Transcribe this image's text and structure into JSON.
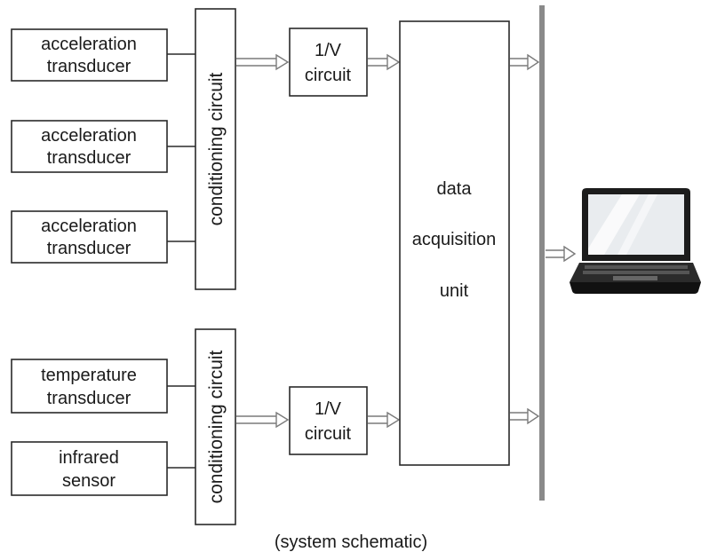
{
  "sensors": [
    {
      "line1": "acceleration",
      "line2": "transducer"
    },
    {
      "line1": "acceleration",
      "line2": "transducer"
    },
    {
      "line1": "acceleration",
      "line2": "transducer"
    },
    {
      "line1": "temperature",
      "line2": "transducer"
    },
    {
      "line1": "infrared",
      "line2": "sensor"
    }
  ],
  "conditioning": [
    {
      "label": "conditioning circuit"
    },
    {
      "label": "conditioning circuit"
    }
  ],
  "iv_circuits": [
    {
      "line1": "1/V",
      "line2": "circuit"
    },
    {
      "line1": "1/V",
      "line2": "circuit"
    }
  ],
  "daq": {
    "line1": "data",
    "line2": "acquisition",
    "line3": "unit"
  },
  "computer": {
    "icon": "laptop-icon"
  },
  "caption": "(system schematic)",
  "colors": {
    "stroke": "#2a2a2a",
    "arrow": "#7a7a7a",
    "bus": "#8a8a8a",
    "laptop_body": "#1c1c1c",
    "laptop_screen": "#e9ecef"
  }
}
